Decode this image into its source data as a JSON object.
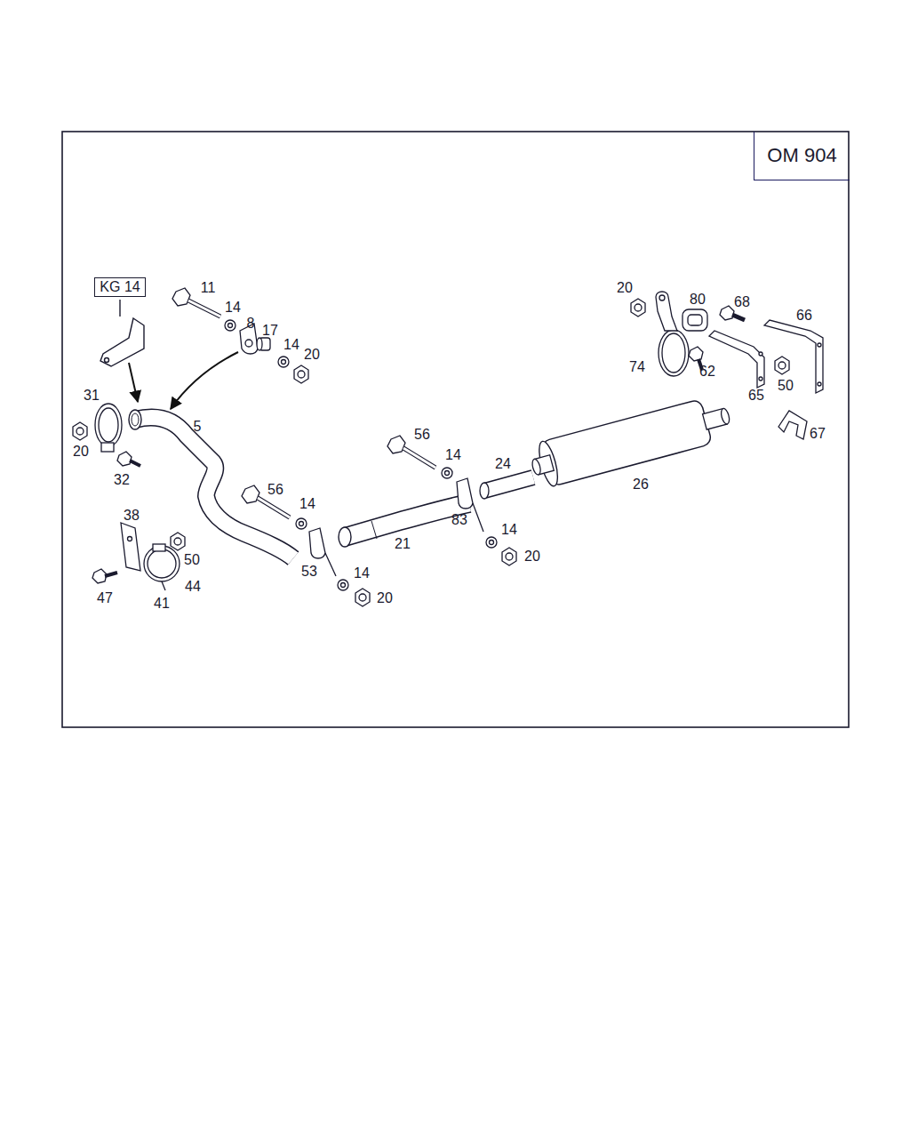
{
  "diagram": {
    "nodes": [
      {
        "text": [
          "OM 904"
        ]
      },
      {
        "text": [
          "KG 14"
        ]
      }
    ],
    "labels": [
      "11",
      "14",
      "8",
      "17",
      "14",
      "20",
      "20",
      "80",
      "68",
      "66",
      "74",
      "62",
      "65",
      "50",
      "31",
      "20",
      "32",
      "5",
      "56",
      "14",
      "24",
      "26",
      "67",
      "56",
      "14",
      "83",
      "14",
      "20",
      "21",
      "38",
      "50",
      "44",
      "53",
      "14",
      "20",
      "47",
      "41"
    ]
  }
}
